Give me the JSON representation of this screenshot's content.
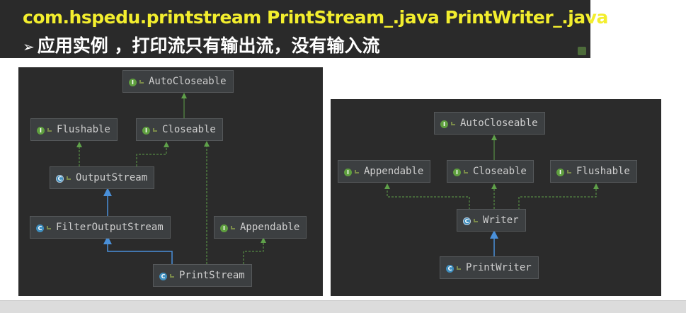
{
  "banner": {
    "line1": "com.hspedu.printstream  PrintStream_.java PrintWriter_.java",
    "line2_marker": "➢",
    "line2": "应用实例 ，打印流只有输出流，没有输入流"
  },
  "diagram_left": {
    "nodes": {
      "autocloseable": "AutoCloseable",
      "flushable": "Flushable",
      "closeable": "Closeable",
      "outputstream": "OutputStream",
      "filteroutputstream": "FilterOutputStream",
      "appendable": "Appendable",
      "printstream": "PrintStream"
    }
  },
  "diagram_right": {
    "nodes": {
      "autocloseable": "AutoCloseable",
      "appendable": "Appendable",
      "closeable": "Closeable",
      "flushable": "Flushable",
      "writer": "Writer",
      "printwriter": "PrintWriter"
    }
  },
  "colors": {
    "implements_edge": "#5fa14a",
    "extends_edge": "#4a90d9",
    "interface_icon": "#5f9f3f",
    "class_icon": "#3f8fbf",
    "title_yellow": "#f3ee2e"
  }
}
